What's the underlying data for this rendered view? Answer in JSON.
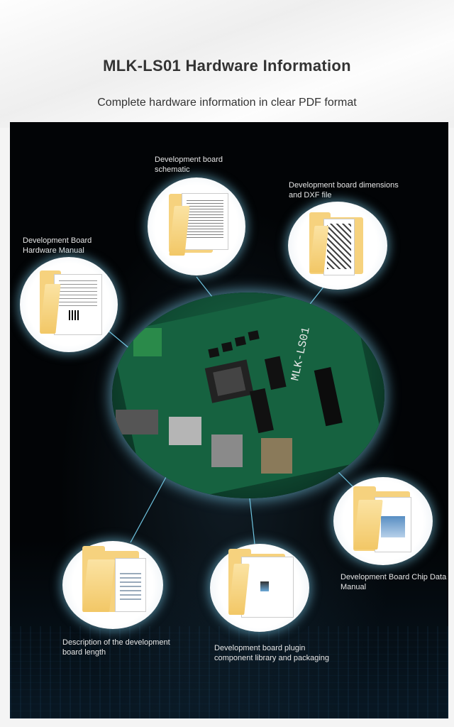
{
  "header": {
    "title": "MLK-LS01 Hardware Information",
    "subtitle": "Complete hardware information in clear PDF format"
  },
  "board": {
    "silkscreen": "MLK-LS01"
  },
  "documents": [
    {
      "label": "Development board schematic"
    },
    {
      "label": "Development board dimensions and DXF file"
    },
    {
      "label": "Development Board Hardware Manual"
    },
    {
      "label": "Development Board Chip Data Manual"
    },
    {
      "label": "Description of the development board length"
    },
    {
      "label": "Development board plugin component library and packaging"
    }
  ],
  "icons": {
    "folder": "folder-icon",
    "board": "circuit-board-image"
  },
  "colors": {
    "panel_bg": "#020406",
    "glow": "#78c8e6",
    "folder": "#f6d27e",
    "board_green": "#1e6b48"
  }
}
